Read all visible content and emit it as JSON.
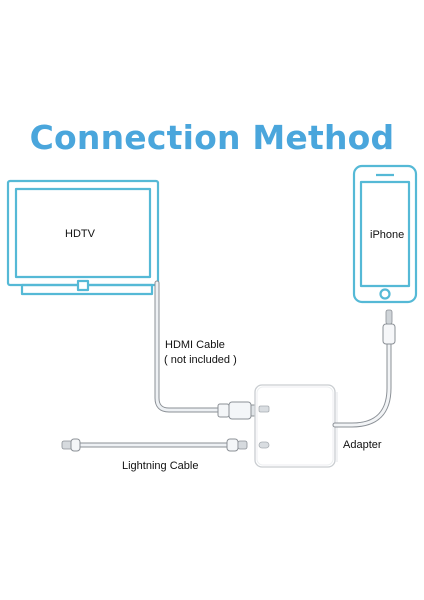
{
  "title": "Connection Method",
  "labels": {
    "hdtv": "HDTV",
    "iphone": "iPhone",
    "hdmi_cable": "HDMI Cable",
    "not_included": "( not included )",
    "adapter": "Adapter",
    "lightning_cable": "Lightning Cable"
  },
  "colors": {
    "title": "#4aa6dc",
    "device_outline": "#55b9d6",
    "cable": "#e9edf1",
    "cable_outline": "#8b9096",
    "adapter_body": "#ffffff"
  }
}
